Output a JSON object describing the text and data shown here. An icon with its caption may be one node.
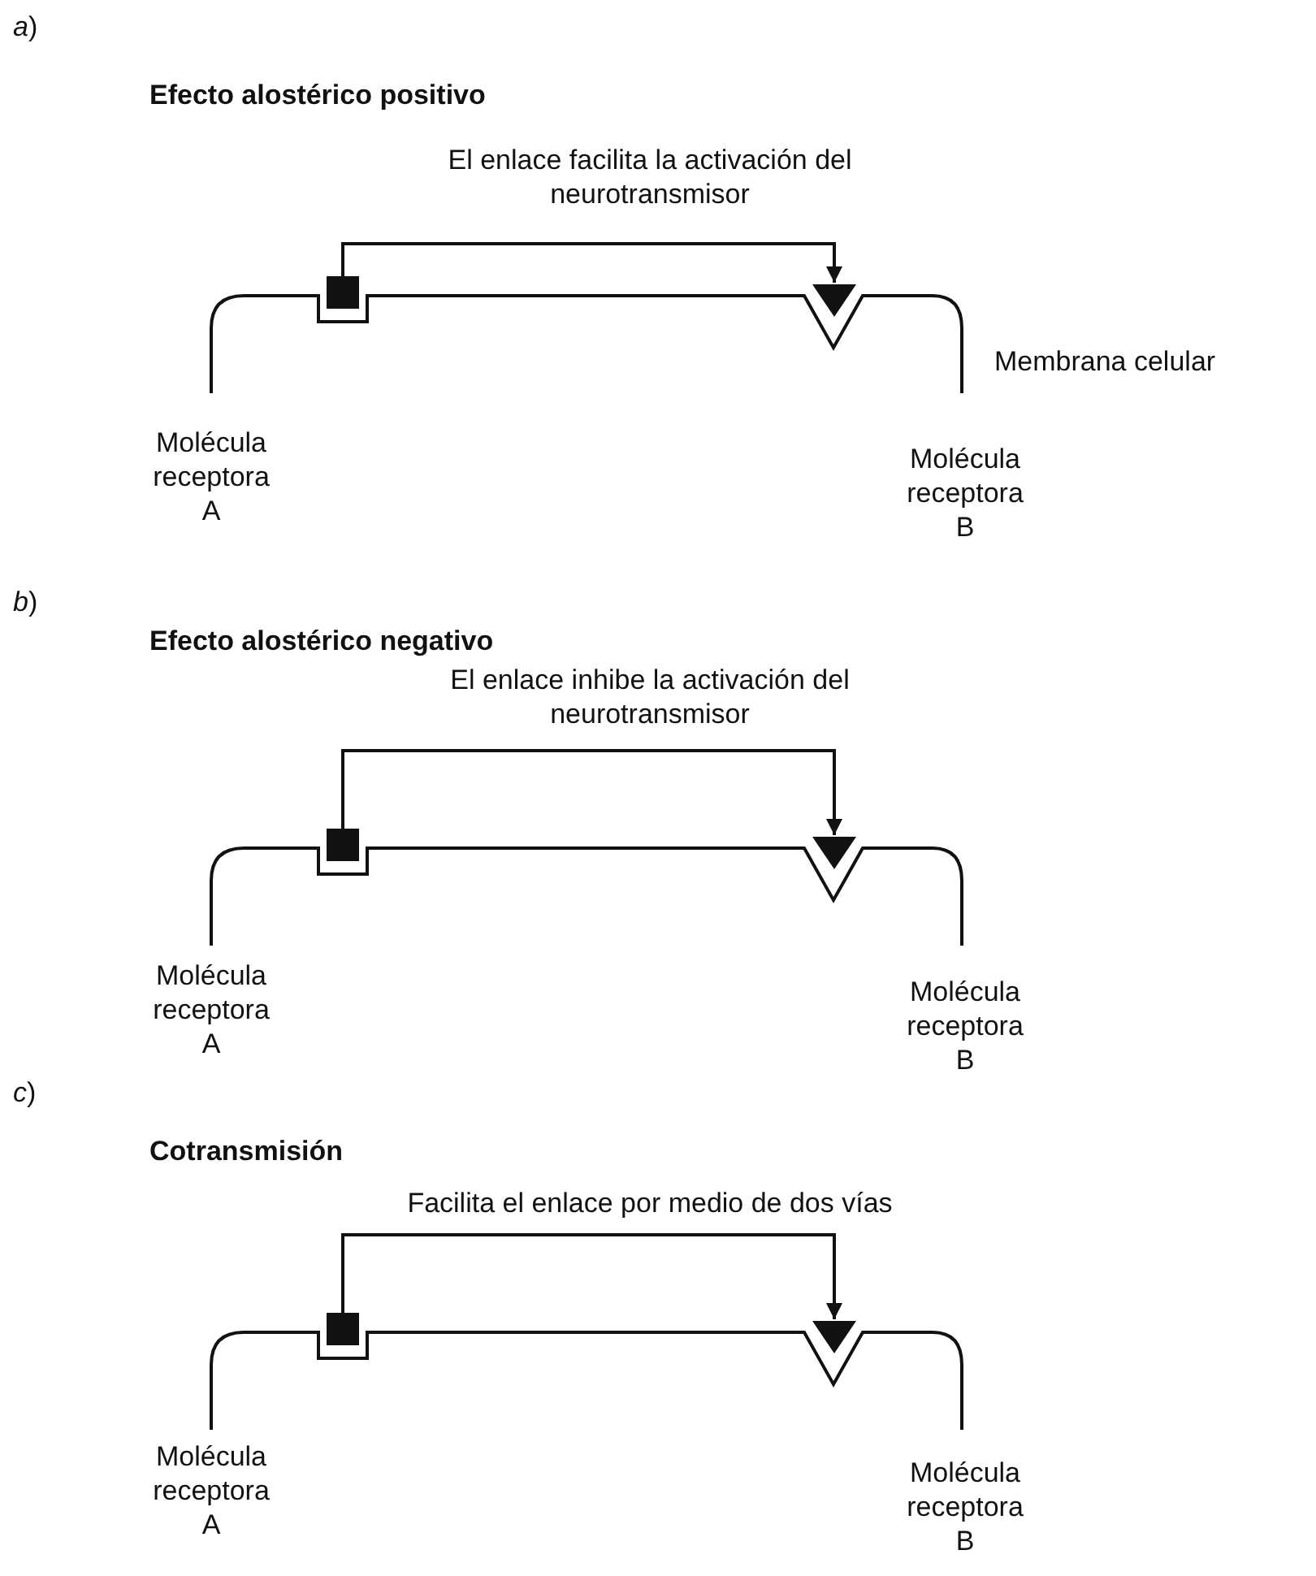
{
  "diagram": {
    "nodes": [
      {
        "text": [],
        "shape": "box"
      },
      {
        "text": [],
        "shape": "triangle"
      },
      {
        "text": [],
        "shape": "box"
      },
      {
        "text": [],
        "shape": "triangle"
      },
      {
        "text": [],
        "shape": "box"
      },
      {
        "text": [],
        "shape": "triangle"
      }
    ],
    "edges": [
      {
        "from": 0,
        "to": 1,
        "arrow": "to",
        "label": "El enlace facilita la activación del neurotransmisor"
      },
      {
        "from": 2,
        "to": 3,
        "arrow": "to",
        "label": "El enlace inhibe la activación del neurotransmisor"
      },
      {
        "from": 4,
        "to": 5,
        "arrow": "to",
        "label": "Facilita el enlace por medio de dos vías"
      }
    ],
    "labels": [
      "*a*)",
      "Efecto alostérico positivo",
      "Membrana celular",
      "Molécula receptora A",
      "Molécula receptora B",
      "*b*)",
      "Efecto alostérico negativo",
      "Molécula receptora A",
      "Molécula receptora B",
      "*c*)",
      "Cotransmisión",
      "Molécula receptora A",
      "Molécula receptora B"
    ]
  }
}
